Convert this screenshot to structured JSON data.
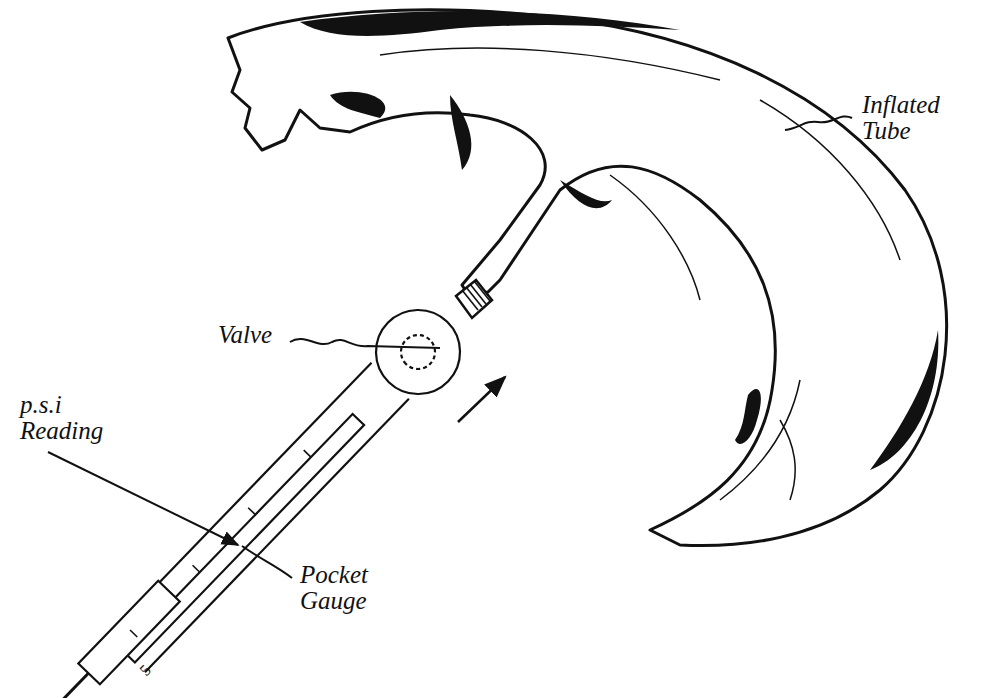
{
  "diagram": {
    "labels": [
      "Inflated Tube",
      "Valve",
      "p.s.i Reading",
      "Pocket Gauge",
      "5"
    ]
  }
}
